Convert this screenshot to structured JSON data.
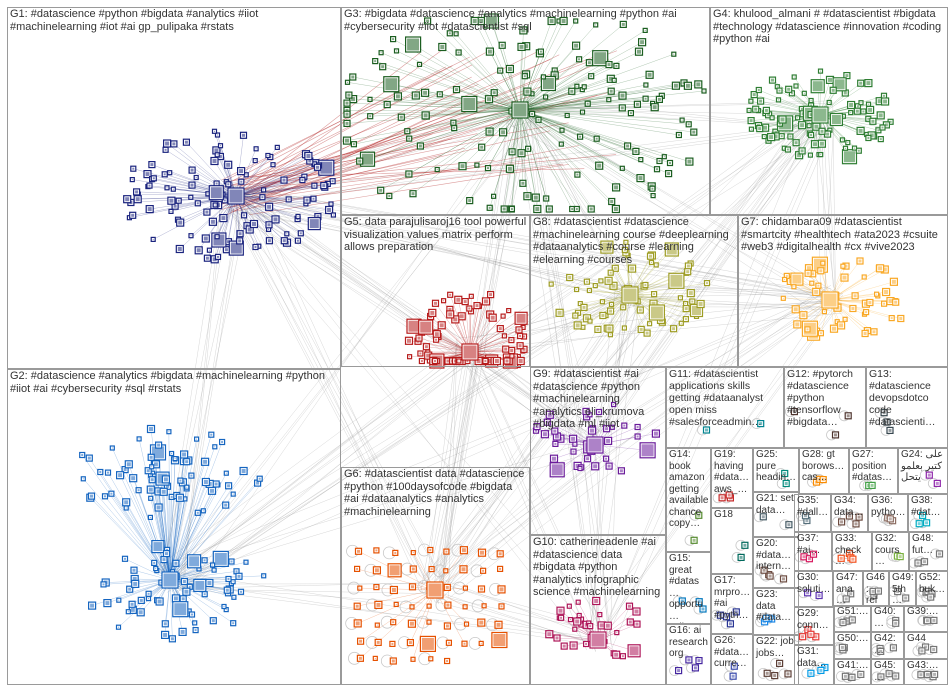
{
  "clusters": [
    {
      "id": "G1",
      "label": "G1: #datascience #python #bigdata #analytics #iiot #machinelearning #iot #ai gp_pulipaka #rstats",
      "color": "#1a237e"
    },
    {
      "id": "G2",
      "label": "G2: #datascience #analytics #bigdata #machinelearning #python #iiot #ai #cybersecurity #sql #rstats",
      "color": "#1565c0"
    },
    {
      "id": "G3",
      "label": "G3: #bigdata #datascience #analytics #machinelearning #python #ai #cybersecurity #iiot #datascientist #sql",
      "color": "#1b5e20"
    },
    {
      "id": "G4",
      "label": "G4: khulood_almani # #datascientist #bigdata #technology #datascience #innovation #coding #python #ai",
      "color": "#2e7d32"
    },
    {
      "id": "G5",
      "label": "G5: data parajulisaroj16 tool powerful visualization values matrix perform allows preparation",
      "color": "#b71c1c"
    },
    {
      "id": "G6",
      "label": "G6: #datascientist data #datascience #python #100daysofcode #bigdata #ai #dataanalytics #analytics #machinelearning",
      "color": "#e65100"
    },
    {
      "id": "G7",
      "label": "G7: chidambara09 #datascientist #smartcity #healthtech #ata2023 #csuite #web3 #digitalhealth #cx #vive2023",
      "color": "#f9a825"
    },
    {
      "id": "G8",
      "label": "G8: #datascientist #datascience #machinelearning course #deeplearning #dataanalytics #course #learning #elearning #courses",
      "color": "#9e9d24"
    },
    {
      "id": "G9",
      "label": "G9: #datascientist #ai #datascience #python #machinelearning #analytics eli_krumova #bigdata #ml #iiot",
      "color": "#6a1b9a"
    },
    {
      "id": "G10",
      "label": "G10: catherineadenle #ai #datascience data #bigdata #python #analytics infographic science #machinelearning",
      "color": "#ad1457"
    },
    {
      "id": "G11",
      "label": "G11: #datascientist applications skills getting #dataanalyst open miss #salesforceadmin…",
      "color": "#00838f"
    },
    {
      "id": "G12",
      "label": "G12: #pytorch #datascience #python #tensorflow #bigdata…",
      "color": "#4e342e"
    },
    {
      "id": "G13",
      "label": "G13: #datascience devopsdotco code #datascienti…",
      "color": "#37474f"
    },
    {
      "id": "G14",
      "label": "G14: book amazon getting available chance copy…",
      "color": "#558b2f"
    },
    {
      "id": "G15",
      "label": "G15: great #datas… opportu… colleag…",
      "color": "#0277bd"
    },
    {
      "id": "G16",
      "label": "G16: ai research org",
      "color": "#4527a0"
    },
    {
      "id": "G17",
      "label": "G17: mrpro… #ai #pyth…",
      "color": "#283593"
    },
    {
      "id": "G18",
      "label": "G18",
      "color": "#00695c"
    },
    {
      "id": "G19",
      "label": "G19: having #data… aws_…",
      "color": "#c62828"
    },
    {
      "id": "G20",
      "label": "G20: #data… intern…",
      "color": "#6d4c41"
    },
    {
      "id": "G21",
      "label": "G21: set data…",
      "color": "#455a64"
    },
    {
      "id": "G22",
      "label": "G22: job jobs…",
      "color": "#5d4037"
    },
    {
      "id": "G23",
      "label": "G23: data #data…",
      "color": "#1e88e5"
    },
    {
      "id": "G24",
      "label": "G24: على كتير بعلمو يتحل",
      "color": "#8e24aa"
    },
    {
      "id": "G25",
      "label": "G25: pure headin…",
      "color": "#00897b"
    },
    {
      "id": "G26",
      "label": "G26: #data… curre…",
      "color": "#3949ab"
    },
    {
      "id": "G27",
      "label": "G27: position #datas…",
      "color": "#43a047"
    },
    {
      "id": "G28",
      "label": "G28: gt borows… cas…",
      "color": "#fb8c00"
    },
    {
      "id": "G29",
      "label": "G29: conn…",
      "color": "#e53935"
    },
    {
      "id": "G30",
      "label": "G30: soluti…",
      "color": "#5e35b1"
    },
    {
      "id": "G31",
      "label": "G31: data…",
      "color": "#039be5"
    },
    {
      "id": "G32",
      "label": "G32: cours…",
      "color": "#7cb342"
    },
    {
      "id": "G33",
      "label": "G33: check…",
      "color": "#f4511e"
    },
    {
      "id": "G34",
      "label": "G34: data…",
      "color": "#6d4c41"
    },
    {
      "id": "G35",
      "label": "G35: #dall…",
      "color": "#546e7a"
    },
    {
      "id": "G36",
      "label": "G36: pytho…",
      "color": "#8d6e63"
    },
    {
      "id": "G37",
      "label": "G37: #ai…",
      "color": "#d81b60"
    },
    {
      "id": "G38",
      "label": "G38: #dat…",
      "color": "#00acc1"
    },
    {
      "id": "G39",
      "label": "G39:…",
      "color": "#757575"
    },
    {
      "id": "G40",
      "label": "G40:…",
      "color": "#757575"
    },
    {
      "id": "G41",
      "label": "G41:…",
      "color": "#757575"
    },
    {
      "id": "G42",
      "label": "G42:…",
      "color": "#757575"
    },
    {
      "id": "G43",
      "label": "G43:…",
      "color": "#757575"
    },
    {
      "id": "G44",
      "label": "G44",
      "color": "#757575"
    },
    {
      "id": "G45",
      "label": "G45:…",
      "color": "#757575"
    },
    {
      "id": "G46",
      "label": "G46: rel…",
      "color": "#757575"
    },
    {
      "id": "G47",
      "label": "G47: ana…",
      "color": "#757575"
    },
    {
      "id": "G48",
      "label": "G48: fut…",
      "color": "#757575"
    },
    {
      "id": "G49",
      "label": "G49: 5th…",
      "color": "#757575"
    },
    {
      "id": "G50",
      "label": "G50:…",
      "color": "#757575"
    },
    {
      "id": "G51",
      "label": "G51:…",
      "color": "#757575"
    },
    {
      "id": "G52",
      "label": "G52: buk…",
      "color": "#757575"
    }
  ],
  "style": {
    "background": "#ffffff",
    "border_color": "#9a9a9a",
    "edge_color": "#8c8c8c",
    "cross_edge_color": "#b22222"
  }
}
